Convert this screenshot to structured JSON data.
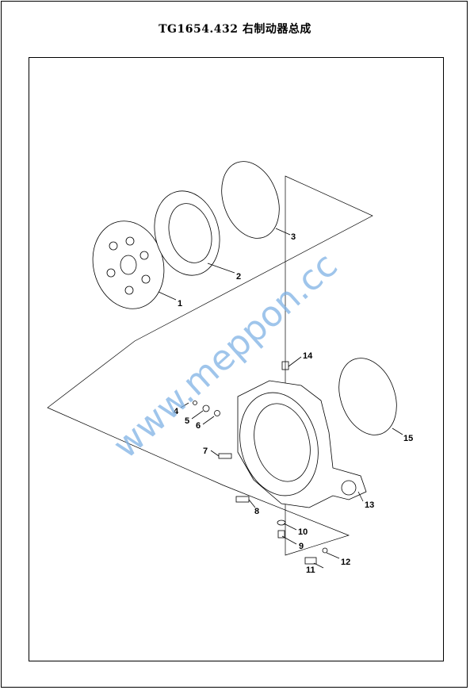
{
  "title": "TG1654.432  右制动器总成",
  "watermark": "www.meppon.cc",
  "callouts": [
    "1",
    "2",
    "3",
    "4",
    "5",
    "6",
    "7",
    "8",
    "9",
    "10",
    "11",
    "12",
    "13",
    "14",
    "15"
  ],
  "colors": {
    "line": "#000000",
    "watermark": "#7fb2e5"
  }
}
